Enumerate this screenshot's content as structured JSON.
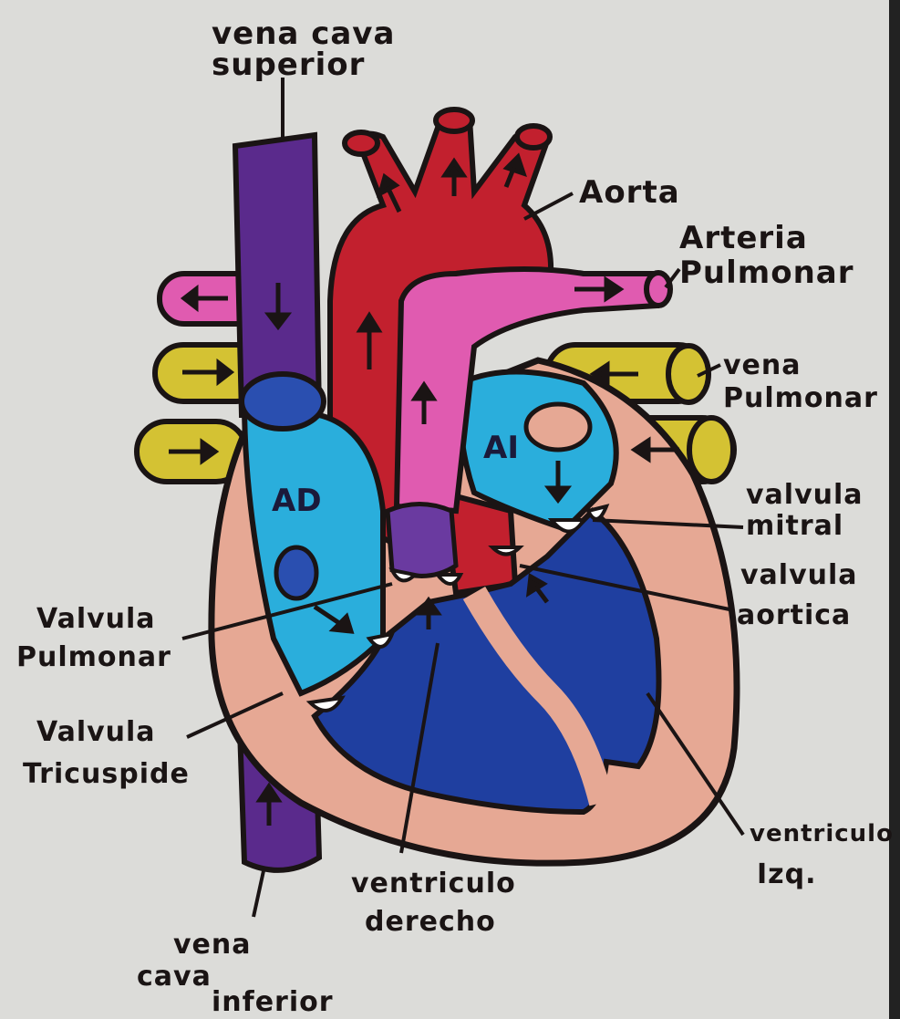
{
  "colors": {
    "paper": "#d9d9d6",
    "vena_cava": "#5a2a8c",
    "aorta": "#c2202e",
    "pulmonary_artery": "#e05bb0",
    "pulmonary_vein": "#d4c233",
    "right_atrium": "#2aaedc",
    "left_atrium": "#2aaedc",
    "ventricles": "#1f3fa0",
    "myocardium": "#e6a894",
    "outline": "#1a1414"
  },
  "labels": {
    "vena_cava_superior": [
      "vena cava",
      "superior"
    ],
    "aorta": "Aorta",
    "arteria_pulmonar": [
      "Arteria",
      "Pulmonar"
    ],
    "vena_pulmonar": [
      "vena",
      "Pulmonar"
    ],
    "valvula_mitral": [
      "valvula",
      "mitral"
    ],
    "valvula_aortica": [
      "valvula",
      "aortica"
    ],
    "valvula_pulmonar": [
      "Valvula",
      "Pulmonar"
    ],
    "valvula_tricuspide": [
      "Valvula",
      "Tricuspide"
    ],
    "ventriculo_derecho": [
      "ventriculo",
      "derecho"
    ],
    "ventriculo_izq": [
      "ventriculo",
      "Izq."
    ],
    "vena_cava_inferior": [
      "vena",
      "cava",
      "inferior"
    ]
  },
  "chambers": {
    "right_atrium": "AD",
    "left_atrium": "AI"
  },
  "icons": [
    "flow-arrow-icon"
  ]
}
